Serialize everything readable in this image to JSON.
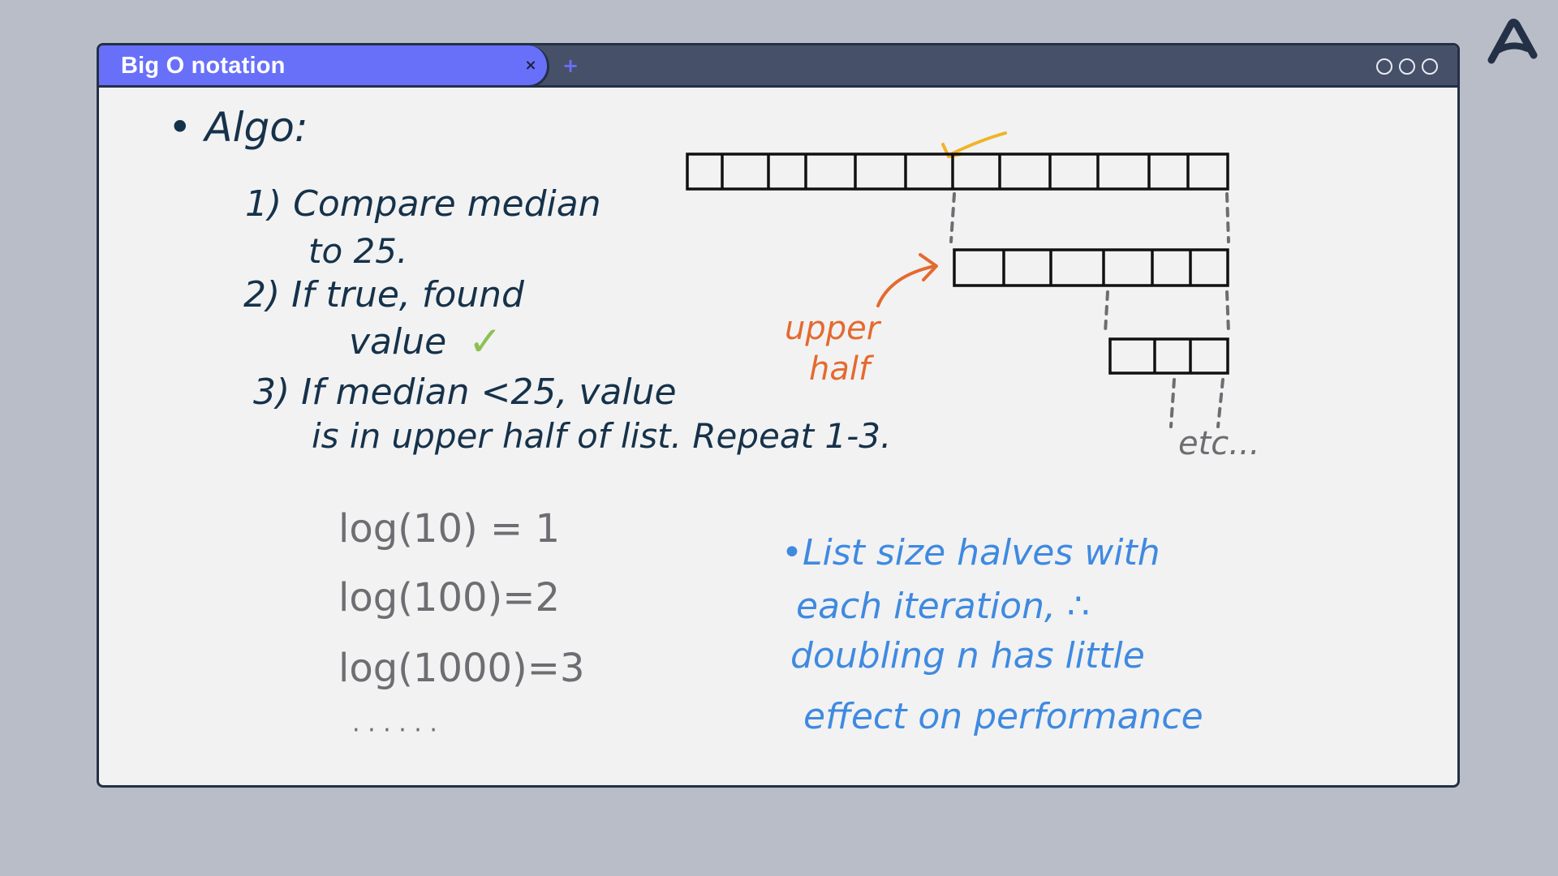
{
  "tab": {
    "title": "Big O notation",
    "close_glyph": "×",
    "new_tab_glyph": "+"
  },
  "window_controls": [
    "window-control",
    "window-control",
    "window-control"
  ],
  "logo": {
    "icon": "brand-a-logo",
    "color": "#243046"
  },
  "notes": {
    "algo_heading": "• Algo:",
    "step1_line1": "1) Compare median",
    "step1_line2": "to 25.",
    "step2_line1": "2) If true, found",
    "step2_line2": "value",
    "step2_check": "✓",
    "step3_line1": "3) If median <25, value",
    "step3_line2": "is in upper half of list. Repeat 1-3.",
    "log1": "log(10) = 1",
    "log2": "log(100)=2",
    "log3": "log(1000)=3",
    "log_ellipsis": "· · · · · ·",
    "upper_half_line1": "upper",
    "upper_half_line2": "half",
    "etc": "etc...",
    "blue_line1": "•List size halves with",
    "blue_line2": "each iteration, ∴",
    "blue_line3": "doubling n has little",
    "blue_line4": "effect on performance"
  },
  "colors": {
    "ink_dark": "#16324a",
    "ink_grey": "#6d6d72",
    "ink_orange": "#e46a2f",
    "ink_blue": "#3f8ae0",
    "check_green": "#8cc152",
    "arrow_yellow": "#f0b428",
    "tab_accent": "#6870fa",
    "titlebar": "#475069"
  }
}
